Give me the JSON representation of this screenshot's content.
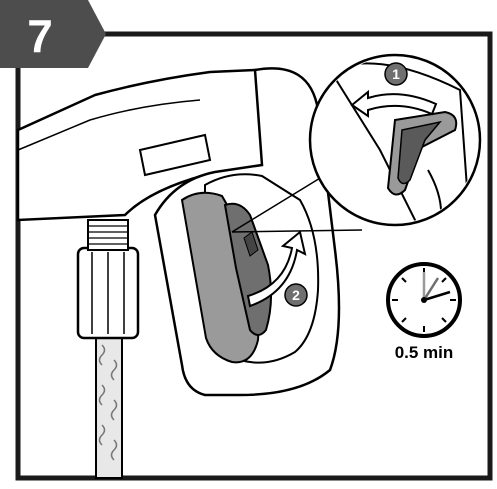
{
  "step": {
    "number": "7"
  },
  "callouts": [
    {
      "number": "1"
    },
    {
      "number": "2"
    }
  ],
  "timer": {
    "label": "0.5 min"
  },
  "colors": {
    "badge": "#4d4d4d",
    "frame": "#1a1a1a",
    "handle_gray": "#9a9a9a",
    "trigger_gray": "#6f6f6f",
    "lock_dark": "#5a5a5a",
    "ink": "#000000"
  },
  "icons": [
    "step-badge",
    "spray-gun-handle",
    "trigger-lock-zoom",
    "rotate-arrow",
    "clock-icon",
    "hose-connector"
  ]
}
